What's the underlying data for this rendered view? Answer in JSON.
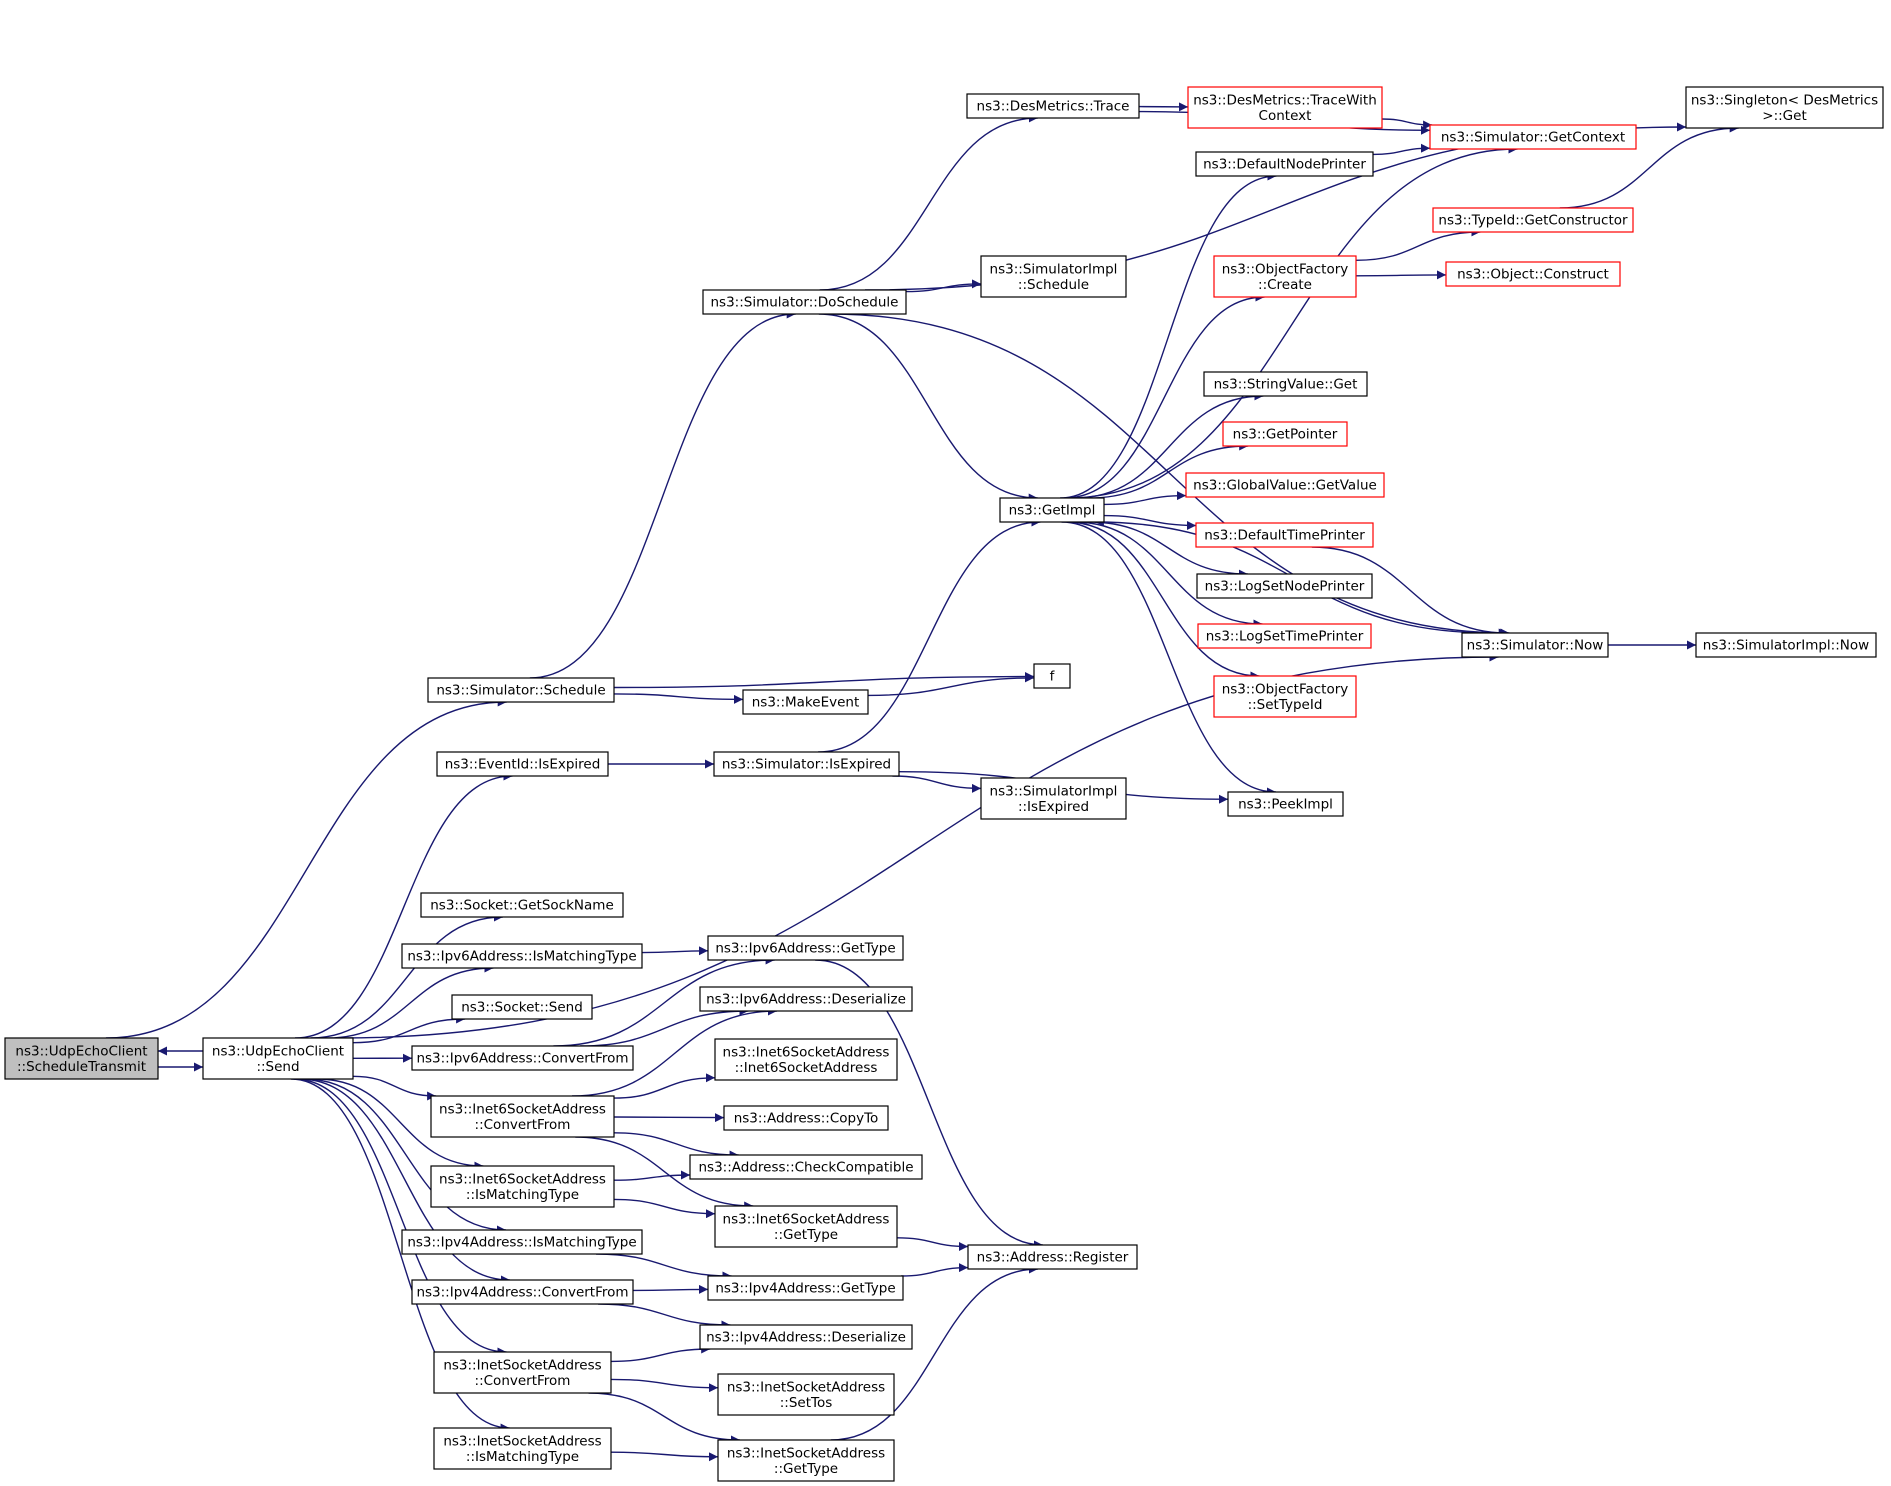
{
  "colors": {
    "edge": "#191970",
    "node_border": "#000000",
    "node_border_truncated": "#ff0000",
    "node_fill": "#ffffff",
    "focus_fill": "#bfbfbf"
  },
  "nodes": [
    {
      "id": "n_schedtx",
      "lines": [
        "ns3::UdpEchoClient",
        "::ScheduleTransmit"
      ],
      "style": "focus"
    },
    {
      "id": "n_send",
      "lines": [
        "ns3::UdpEchoClient",
        "::Send"
      ],
      "style": "normal"
    },
    {
      "id": "n_sim_schedule",
      "lines": [
        "ns3::Simulator::Schedule"
      ],
      "style": "normal"
    },
    {
      "id": "n_doschedule",
      "lines": [
        "ns3::Simulator::DoSchedule"
      ],
      "style": "normal"
    },
    {
      "id": "n_desmetrics_trace",
      "lines": [
        "ns3::DesMetrics::Trace"
      ],
      "style": "normal"
    },
    {
      "id": "n_tracewithctx",
      "lines": [
        "ns3::DesMetrics::TraceWith",
        "Context"
      ],
      "style": "truncated"
    },
    {
      "id": "n_singleton",
      "lines": [
        "ns3::Singleton< DesMetrics",
        ">::Get"
      ],
      "style": "normal"
    },
    {
      "id": "n_getcontext",
      "lines": [
        "ns3::Simulator::GetContext"
      ],
      "style": "truncated"
    },
    {
      "id": "n_defnodeprinter",
      "lines": [
        "ns3::DefaultNodePrinter"
      ],
      "style": "normal"
    },
    {
      "id": "n_simimpl_schedule",
      "lines": [
        "ns3::SimulatorImpl",
        "::Schedule"
      ],
      "style": "normal"
    },
    {
      "id": "n_typeid_getctor",
      "lines": [
        "ns3::TypeId::GetConstructor"
      ],
      "style": "truncated"
    },
    {
      "id": "n_objfactory_create",
      "lines": [
        "ns3::ObjectFactory",
        "::Create"
      ],
      "style": "truncated"
    },
    {
      "id": "n_object_construct",
      "lines": [
        "ns3::Object::Construct"
      ],
      "style": "truncated"
    },
    {
      "id": "n_stringvalue_get",
      "lines": [
        "ns3::StringValue::Get"
      ],
      "style": "normal"
    },
    {
      "id": "n_getpointer",
      "lines": [
        "ns3::GetPointer"
      ],
      "style": "truncated"
    },
    {
      "id": "n_getimpl",
      "lines": [
        "ns3::GetImpl"
      ],
      "style": "normal"
    },
    {
      "id": "n_globalvalue",
      "lines": [
        "ns3::GlobalValue::GetValue"
      ],
      "style": "truncated"
    },
    {
      "id": "n_deftimeprinter",
      "lines": [
        "ns3::DefaultTimePrinter"
      ],
      "style": "truncated"
    },
    {
      "id": "n_logsetnode",
      "lines": [
        "ns3::LogSetNodePrinter"
      ],
      "style": "normal"
    },
    {
      "id": "n_logsettime",
      "lines": [
        "ns3::LogSetTimePrinter"
      ],
      "style": "truncated"
    },
    {
      "id": "n_sim_now",
      "lines": [
        "ns3::Simulator::Now"
      ],
      "style": "normal"
    },
    {
      "id": "n_simimpl_now",
      "lines": [
        "ns3::SimulatorImpl::Now"
      ],
      "style": "normal"
    },
    {
      "id": "n_objfactory_settypeid",
      "lines": [
        "ns3::ObjectFactory",
        "::SetTypeId"
      ],
      "style": "truncated"
    },
    {
      "id": "n_f",
      "lines": [
        "f"
      ],
      "style": "normal"
    },
    {
      "id": "n_makeevent",
      "lines": [
        "ns3::MakeEvent"
      ],
      "style": "normal"
    },
    {
      "id": "n_eventid_isexpired",
      "lines": [
        "ns3::EventId::IsExpired"
      ],
      "style": "normal"
    },
    {
      "id": "n_sim_isexpired",
      "lines": [
        "ns3::Simulator::IsExpired"
      ],
      "style": "normal"
    },
    {
      "id": "n_simimpl_isexpired",
      "lines": [
        "ns3::SimulatorImpl",
        "::IsExpired"
      ],
      "style": "normal"
    },
    {
      "id": "n_peekimpl",
      "lines": [
        "ns3::PeekImpl"
      ],
      "style": "normal"
    },
    {
      "id": "n_socket_getsockname",
      "lines": [
        "ns3::Socket::GetSockName"
      ],
      "style": "normal"
    },
    {
      "id": "n_ipv6_ismatching",
      "lines": [
        "ns3::Ipv6Address::IsMatchingType"
      ],
      "style": "normal"
    },
    {
      "id": "n_ipv6_gettype",
      "lines": [
        "ns3::Ipv6Address::GetType"
      ],
      "style": "normal"
    },
    {
      "id": "n_socket_send",
      "lines": [
        "ns3::Socket::Send"
      ],
      "style": "normal"
    },
    {
      "id": "n_ipv6_deserialize",
      "lines": [
        "ns3::Ipv6Address::Deserialize"
      ],
      "style": "normal"
    },
    {
      "id": "n_ipv6_convertfrom",
      "lines": [
        "ns3::Ipv6Address::ConvertFrom"
      ],
      "style": "normal"
    },
    {
      "id": "n_inet6_ctor",
      "lines": [
        "ns3::Inet6SocketAddress",
        "::Inet6SocketAddress"
      ],
      "style": "normal"
    },
    {
      "id": "n_inet6_convertfrom",
      "lines": [
        "ns3::Inet6SocketAddress",
        "::ConvertFrom"
      ],
      "style": "normal"
    },
    {
      "id": "n_address_copyto",
      "lines": [
        "ns3::Address::CopyTo"
      ],
      "style": "normal"
    },
    {
      "id": "n_address_checkcompat",
      "lines": [
        "ns3::Address::CheckCompatible"
      ],
      "style": "normal"
    },
    {
      "id": "n_inet6_ismatching",
      "lines": [
        "ns3::Inet6SocketAddress",
        "::IsMatchingType"
      ],
      "style": "normal"
    },
    {
      "id": "n_inet6_gettype",
      "lines": [
        "ns3::Inet6SocketAddress",
        "::GetType"
      ],
      "style": "normal"
    },
    {
      "id": "n_address_register",
      "lines": [
        "ns3::Address::Register"
      ],
      "style": "normal"
    },
    {
      "id": "n_ipv4_ismatching",
      "lines": [
        "ns3::Ipv4Address::IsMatchingType"
      ],
      "style": "normal"
    },
    {
      "id": "n_ipv4_gettype",
      "lines": [
        "ns3::Ipv4Address::GetType"
      ],
      "style": "normal"
    },
    {
      "id": "n_ipv4_convertfrom",
      "lines": [
        "ns3::Ipv4Address::ConvertFrom"
      ],
      "style": "normal"
    },
    {
      "id": "n_ipv4_deserialize",
      "lines": [
        "ns3::Ipv4Address::Deserialize"
      ],
      "style": "normal"
    },
    {
      "id": "n_inet_convertfrom",
      "lines": [
        "ns3::InetSocketAddress",
        "::ConvertFrom"
      ],
      "style": "normal"
    },
    {
      "id": "n_inet_settos",
      "lines": [
        "ns3::InetSocketAddress",
        "::SetTos"
      ],
      "style": "normal"
    },
    {
      "id": "n_inet_ismatching",
      "lines": [
        "ns3::InetSocketAddress",
        "::IsMatchingType"
      ],
      "style": "normal"
    },
    {
      "id": "n_inet_gettype",
      "lines": [
        "ns3::InetSocketAddress",
        "::GetType"
      ],
      "style": "normal"
    }
  ],
  "edges": [
    [
      "n_send",
      "n_schedtx"
    ],
    [
      "n_schedtx",
      "n_send"
    ],
    [
      "n_schedtx",
      "n_sim_schedule"
    ],
    [
      "n_sim_schedule",
      "n_doschedule"
    ],
    [
      "n_sim_schedule",
      "n_f"
    ],
    [
      "n_sim_schedule",
      "n_makeevent"
    ],
    [
      "n_makeevent",
      "n_f"
    ],
    [
      "n_doschedule",
      "n_desmetrics_trace"
    ],
    [
      "n_doschedule",
      "n_singleton"
    ],
    [
      "n_doschedule",
      "n_simimpl_schedule"
    ],
    [
      "n_doschedule",
      "n_getimpl"
    ],
    [
      "n_doschedule",
      "n_sim_now"
    ],
    [
      "n_desmetrics_trace",
      "n_tracewithctx"
    ],
    [
      "n_desmetrics_trace",
      "n_getcontext"
    ],
    [
      "n_tracewithctx",
      "n_getcontext"
    ],
    [
      "n_defnodeprinter",
      "n_getcontext"
    ],
    [
      "n_getimpl",
      "n_getcontext"
    ],
    [
      "n_getimpl",
      "n_defnodeprinter"
    ],
    [
      "n_getimpl",
      "n_objfactory_create"
    ],
    [
      "n_getimpl",
      "n_stringvalue_get"
    ],
    [
      "n_getimpl",
      "n_getpointer"
    ],
    [
      "n_getimpl",
      "n_globalvalue"
    ],
    [
      "n_getimpl",
      "n_deftimeprinter"
    ],
    [
      "n_getimpl",
      "n_logsetnode"
    ],
    [
      "n_getimpl",
      "n_logsettime"
    ],
    [
      "n_getimpl",
      "n_objfactory_settypeid"
    ],
    [
      "n_getimpl",
      "n_peekimpl"
    ],
    [
      "n_sim_now",
      "n_getimpl"
    ],
    [
      "n_deftimeprinter",
      "n_sim_now"
    ],
    [
      "n_sim_now",
      "n_simimpl_now"
    ],
    [
      "n_objfactory_create",
      "n_typeid_getctor"
    ],
    [
      "n_objfactory_create",
      "n_object_construct"
    ],
    [
      "n_typeid_getctor",
      "n_singleton"
    ],
    [
      "n_eventid_isexpired",
      "n_sim_isexpired"
    ],
    [
      "n_sim_isexpired",
      "n_getimpl"
    ],
    [
      "n_sim_isexpired",
      "n_simimpl_isexpired"
    ],
    [
      "n_sim_isexpired",
      "n_peekimpl"
    ],
    [
      "n_send",
      "n_eventid_isexpired"
    ],
    [
      "n_send",
      "n_sim_now"
    ],
    [
      "n_send",
      "n_socket_getsockname"
    ],
    [
      "n_send",
      "n_ipv6_ismatching"
    ],
    [
      "n_send",
      "n_socket_send"
    ],
    [
      "n_send",
      "n_ipv6_convertfrom"
    ],
    [
      "n_send",
      "n_inet6_convertfrom"
    ],
    [
      "n_send",
      "n_inet6_ismatching"
    ],
    [
      "n_send",
      "n_ipv4_ismatching"
    ],
    [
      "n_send",
      "n_ipv4_convertfrom"
    ],
    [
      "n_send",
      "n_inet_convertfrom"
    ],
    [
      "n_send",
      "n_inet_ismatching"
    ],
    [
      "n_ipv6_ismatching",
      "n_ipv6_gettype"
    ],
    [
      "n_ipv6_convertfrom",
      "n_ipv6_gettype"
    ],
    [
      "n_ipv6_convertfrom",
      "n_ipv6_deserialize"
    ],
    [
      "n_inet6_convertfrom",
      "n_ipv6_deserialize"
    ],
    [
      "n_inet6_convertfrom",
      "n_inet6_ctor"
    ],
    [
      "n_inet6_convertfrom",
      "n_address_copyto"
    ],
    [
      "n_inet6_convertfrom",
      "n_address_checkcompat"
    ],
    [
      "n_inet6_convertfrom",
      "n_inet6_gettype"
    ],
    [
      "n_inet6_ismatching",
      "n_address_checkcompat"
    ],
    [
      "n_inet6_ismatching",
      "n_inet6_gettype"
    ],
    [
      "n_ipv6_gettype",
      "n_address_register"
    ],
    [
      "n_inet6_gettype",
      "n_address_register"
    ],
    [
      "n_ipv4_ismatching",
      "n_ipv4_gettype"
    ],
    [
      "n_ipv4_convertfrom",
      "n_ipv4_gettype"
    ],
    [
      "n_ipv4_convertfrom",
      "n_ipv4_deserialize"
    ],
    [
      "n_ipv4_gettype",
      "n_address_register"
    ],
    [
      "n_inet_convertfrom",
      "n_ipv4_deserialize"
    ],
    [
      "n_inet_convertfrom",
      "n_inet_settos"
    ],
    [
      "n_inet_convertfrom",
      "n_inet_gettype"
    ],
    [
      "n_inet_ismatching",
      "n_inet_gettype"
    ],
    [
      "n_inet_gettype",
      "n_address_register"
    ]
  ]
}
